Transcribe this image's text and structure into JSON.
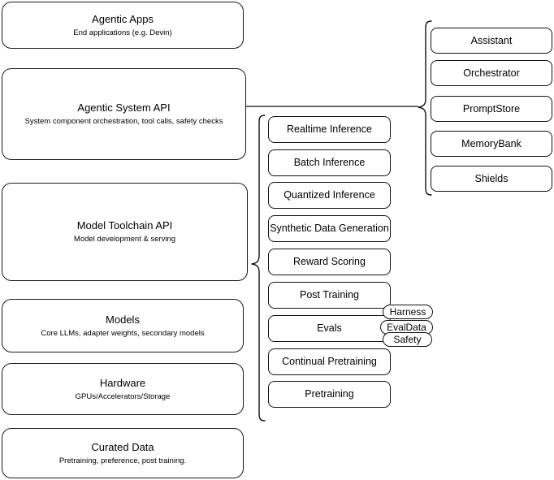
{
  "diagram": {
    "title_text": "",
    "stack_layers": [
      {
        "name": "agentic-apps",
        "title": "Agentic Apps",
        "subtitle": "End applications (e.g. Devin)"
      },
      {
        "name": "agentic-system-api",
        "title": "Agentic System API",
        "subtitle": "System component orchestration, tool calls, safety checks"
      },
      {
        "name": "model-toolchain-api",
        "title": "Model Toolchain API",
        "subtitle": "Model development & serving"
      },
      {
        "name": "models",
        "title": "Models",
        "subtitle": "Core LLMs, adapter weights, secondary models"
      },
      {
        "name": "hardware",
        "title": "Hardware",
        "subtitle": "GPUs/Accelerators/Storage"
      },
      {
        "name": "curated-data",
        "title": "Curated Data",
        "subtitle": "Pretraining, preference, post training."
      }
    ],
    "toolchain_components": [
      {
        "name": "realtime-inference",
        "label": "Realtime Inference"
      },
      {
        "name": "batch-inference",
        "label": "Batch Inference"
      },
      {
        "name": "quantized-inference",
        "label": "Quantized Inference"
      },
      {
        "name": "synthetic-data-generation",
        "label": "Synthetic Data Generation"
      },
      {
        "name": "reward-scoring",
        "label": "Reward Scoring"
      },
      {
        "name": "post-training",
        "label": "Post Training"
      },
      {
        "name": "evals",
        "label": "Evals"
      },
      {
        "name": "continual-pretraining",
        "label": "Continual Pretraining"
      },
      {
        "name": "pretraining",
        "label": "Pretraining"
      }
    ],
    "evals_tags": [
      {
        "name": "harness",
        "label": "Harness"
      },
      {
        "name": "evaldata",
        "label": "EvalData"
      },
      {
        "name": "safety",
        "label": "Safety"
      }
    ],
    "system_components": [
      {
        "name": "assistant",
        "label": "Assistant"
      },
      {
        "name": "orchestrator",
        "label": "Orchestrator"
      },
      {
        "name": "promptstore",
        "label": "PromptStore"
      },
      {
        "name": "memorybank",
        "label": "MemoryBank"
      },
      {
        "name": "shields",
        "label": "Shields"
      }
    ],
    "colors": {
      "stroke": "#111111",
      "stack_stroke": "#1a1a1a",
      "background": "#ffffff",
      "text": "#000000"
    }
  }
}
